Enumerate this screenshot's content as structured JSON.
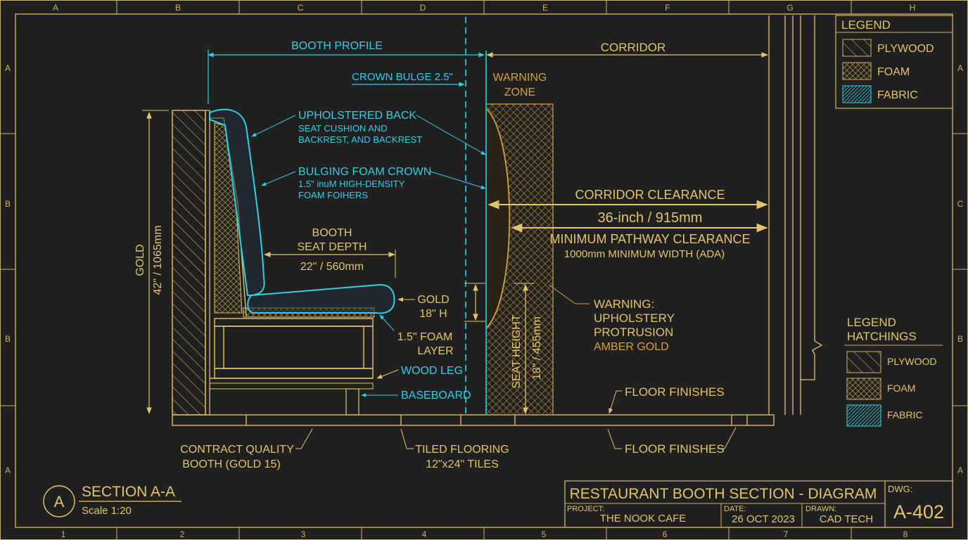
{
  "colors": {
    "background": "#202020",
    "gold": "#E2C46A",
    "amber": "#D4A03C",
    "cyan": "#2FD0E6",
    "frame": "#CDB060"
  },
  "grid": {
    "columns": [
      "A",
      "B",
      "C",
      "D",
      "E",
      "F",
      "G",
      "H"
    ],
    "rows_left": [
      "A",
      "B",
      "B",
      "A"
    ],
    "rows_right": [
      "A",
      "C",
      "B",
      "A"
    ],
    "numbers": [
      "1",
      "2",
      "3",
      "4",
      "5",
      "6",
      "7",
      "8"
    ]
  },
  "labels": {
    "booth_profile": "BOOTH PROFILE",
    "crown_bulge": "CROWN BULGE 2.5\"",
    "corridor": "CORRIDOR",
    "warning_zone_1": "WARNING",
    "warning_zone_2": "ZONE",
    "upholstered_back": "UPHOLSTERED BACK",
    "upholstered_back_sub1": "SEAT CUSHION AND",
    "upholstered_back_sub2": "BACKREST, AND BACKREST",
    "bulging_foam": "BULGING FOAM CROWN",
    "bulging_foam_sub1": "1.5\" inuM HIGH-DENSITY",
    "bulging_foam_sub2": "FOAM FOIHERS",
    "corridor_clearance": "CORRIDOR CLEARANCE",
    "corridor_dim": "36-inch / 915mm",
    "min_pathway": "MINIMUM PATHWAY CLEARANCE",
    "min_pathway_sub": "1000mm MINIMUM WIDTH (ADA)",
    "seat_depth_1": "BOOTH",
    "seat_depth_2": "SEAT DEPTH",
    "seat_depth_dim": "22\" / 560mm",
    "gold_h_1": "GOLD",
    "gold_h_2": "18\" H",
    "foam_layer_1": "1.5\" FOAM",
    "foam_layer_2": "LAYER",
    "wood_leg": "WOOD LEG",
    "baseboard": "BASEBOARD",
    "height_gold": "GOLD",
    "height_dim": "42\" / 1065mm",
    "seat_height": "SEAT HEIGHT",
    "seat_height_dim": "18\" / 455mm",
    "warning_1": "WARNING:",
    "warning_2": "UPHOLSTERY",
    "warning_3": "PROTRUSION",
    "warning_4": "AMBER GOLD",
    "floor_finishes_top": "FLOOR FINISHES",
    "floor_finishes_bottom": "FLOOR FINISHES",
    "contract_1": "CONTRACT QUALITY",
    "contract_2": "BOOTH (GOLD 15)",
    "tiled_1": "TILED FLOORING",
    "tiled_2": "12\"x24\" TILES"
  },
  "legend_top": {
    "title": "LEGEND",
    "items": [
      "PLYWOOD",
      "FOAM",
      "FABRIC"
    ]
  },
  "legend_bottom": {
    "title_1": "LEGEND",
    "title_2": "HATCHINGS",
    "items": [
      "PLYWOOD",
      "FOAM",
      "FABRIC"
    ]
  },
  "section": {
    "marker": "A",
    "title": "SECTION A-A",
    "scale": "Scale 1:20"
  },
  "title_block": {
    "title": "RESTAURANT BOOTH SECTION - DIAGRAM",
    "dwg_label": "DWG:",
    "dwg_number": "A-402",
    "project_label": "PROJECT:",
    "project": "THE NOOK CAFE",
    "date_label": "DATE:",
    "date": "26 OCT 2023",
    "drawn_label": "DRAWN:",
    "drawn": "CAD TECH"
  }
}
